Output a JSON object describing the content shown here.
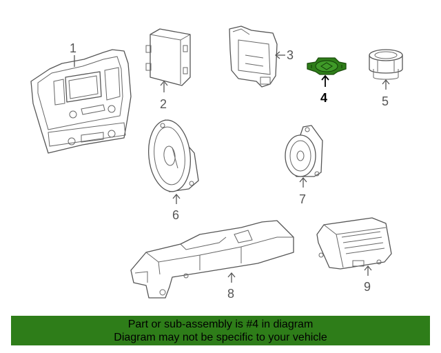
{
  "diagram": {
    "highlight_color": "#2e7d19",
    "highlighted_part": "4",
    "callouts": [
      "1",
      "2",
      "3",
      "4",
      "5",
      "6",
      "7",
      "8",
      "9"
    ]
  },
  "banner": {
    "line1": "Part or sub-assembly is #4 in diagram",
    "line2": "Diagram may not be specific to your vehicle",
    "color": "#2e7d19"
  }
}
